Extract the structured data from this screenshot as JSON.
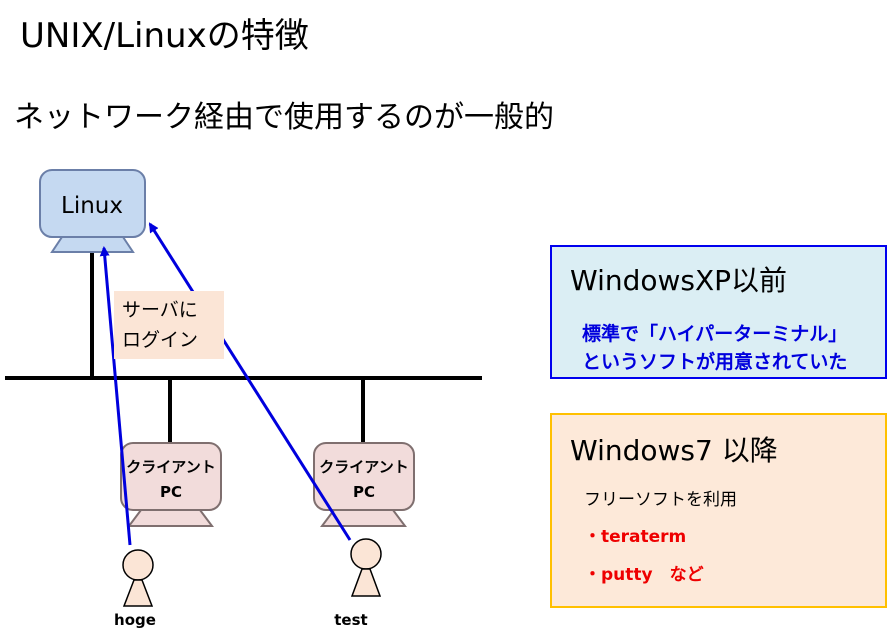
{
  "title": "UNIX/Linuxの特徴",
  "subtitle": "ネットワーク経由で使用するのが一般的",
  "server": {
    "label": "Linux"
  },
  "login_label": {
    "line1": "サーバに",
    "line2": "ログイン"
  },
  "clients": [
    {
      "line1": "クライアント",
      "line2": "PC",
      "user": "hoge"
    },
    {
      "line1": "クライアント",
      "line2": "PC",
      "user": "test"
    }
  ],
  "xp_box": {
    "title": "WindowsXP以前",
    "line1": "標準で「ハイパーターミナル」",
    "line2": "というソフトが用意されていた"
  },
  "w7_box": {
    "title": "Windows7 以降",
    "line1": "フリーソフトを利用",
    "item1": "・teraterm",
    "item2": "・putty　など"
  },
  "colors": {
    "monitor_fill": "#c5d9f1",
    "client_fill": "#f2dcdb",
    "arrow": "#0000dd",
    "label_bg": "#fbe5d6",
    "xp_border": "#0000ee",
    "xp_bg": "#dbeef4",
    "w7_border": "#ffc000",
    "w7_bg": "#fde9d9",
    "accent_red": "#ee0000"
  }
}
